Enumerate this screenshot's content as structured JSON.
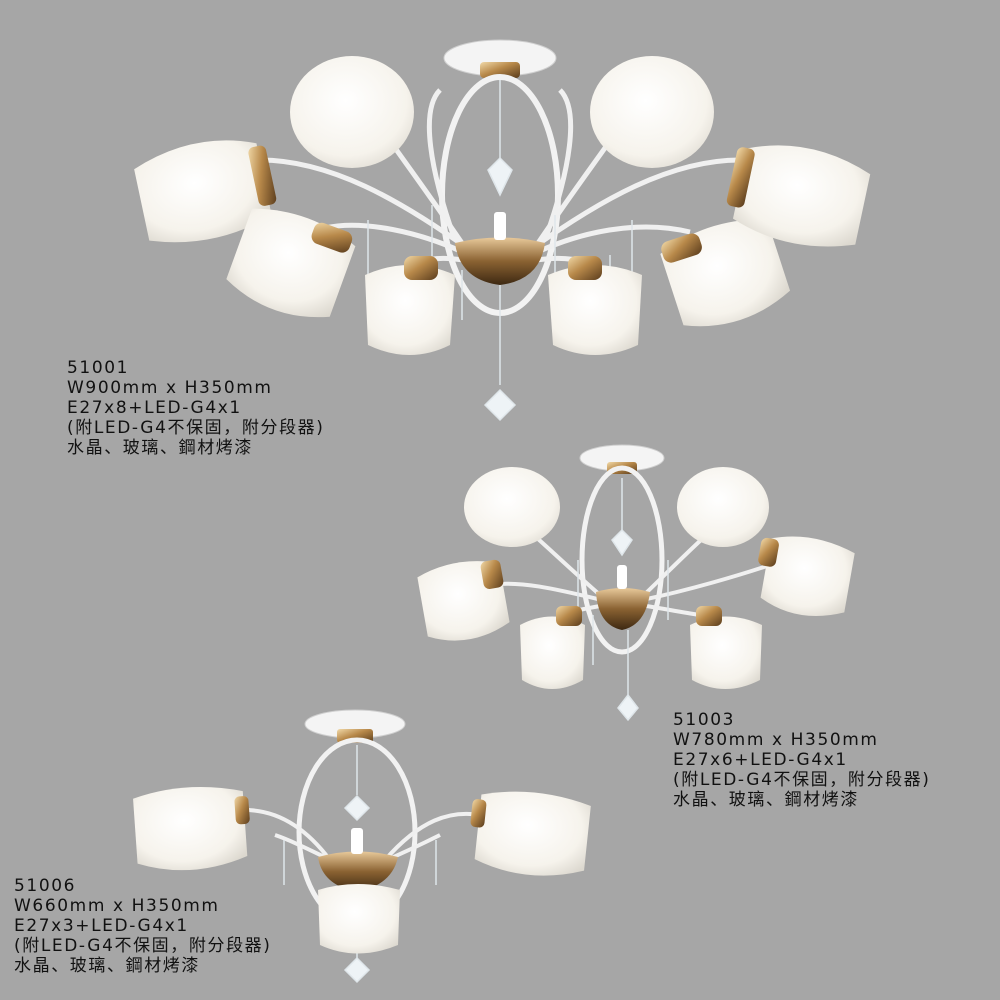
{
  "products": [
    {
      "model": "51001",
      "size": "W900mm x H350mm",
      "bulbs": "E27x8+LED-G4x1",
      "note": "(附LED-G4不保固，附分段器)",
      "material": "水晶、玻璃、鋼材烤漆"
    },
    {
      "model": "51003",
      "size": "W780mm x H350mm",
      "bulbs": "E27x6+LED-G4x1",
      "note": "(附LED-G4不保固，附分段器)",
      "material": "水晶、玻璃、鋼材烤漆"
    },
    {
      "model": "51006",
      "size": "W660mm x H350mm",
      "bulbs": "E27x3+LED-G4x1",
      "note": "(附LED-G4不保固，附分段器)",
      "material": "水晶、玻璃、鋼材烤漆"
    }
  ],
  "colors": {
    "background": "#a6a6a6",
    "glass": "#f8f6f0",
    "frame": "#f2f2f2",
    "gold": "#c9a060"
  }
}
